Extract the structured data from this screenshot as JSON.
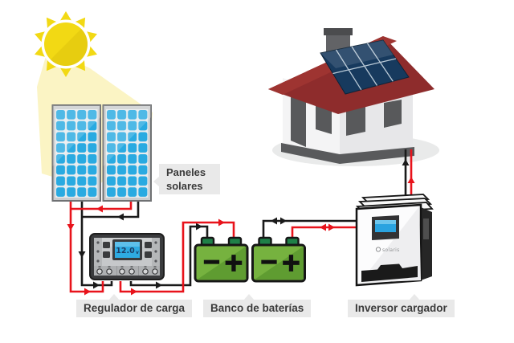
{
  "labels": {
    "panels": "Paneles solares",
    "regulator": "Regulador de carga",
    "batteries": "Banco de baterías",
    "inverter": "Inversor cargador"
  },
  "regulator": {
    "display_value": "12.0",
    "display_unit": "v"
  },
  "inverter": {
    "brand": "solaris"
  },
  "battery": {
    "minus": "−",
    "plus": "+"
  },
  "colors": {
    "wire_positive": "#e8131b",
    "wire_negative": "#1a1a1a",
    "panel_blue": "#29aae1",
    "battery_green": "#76b23f",
    "battery_green_dark": "#5f9c31",
    "roof_red": "#8e2c2c",
    "sun_yellow": "#f2d914",
    "beam_yellow": "#fbf4c4",
    "lcd_blue": "#2eabe2",
    "label_bg": "#e9e9e9",
    "label_text": "#3a3a3a"
  }
}
